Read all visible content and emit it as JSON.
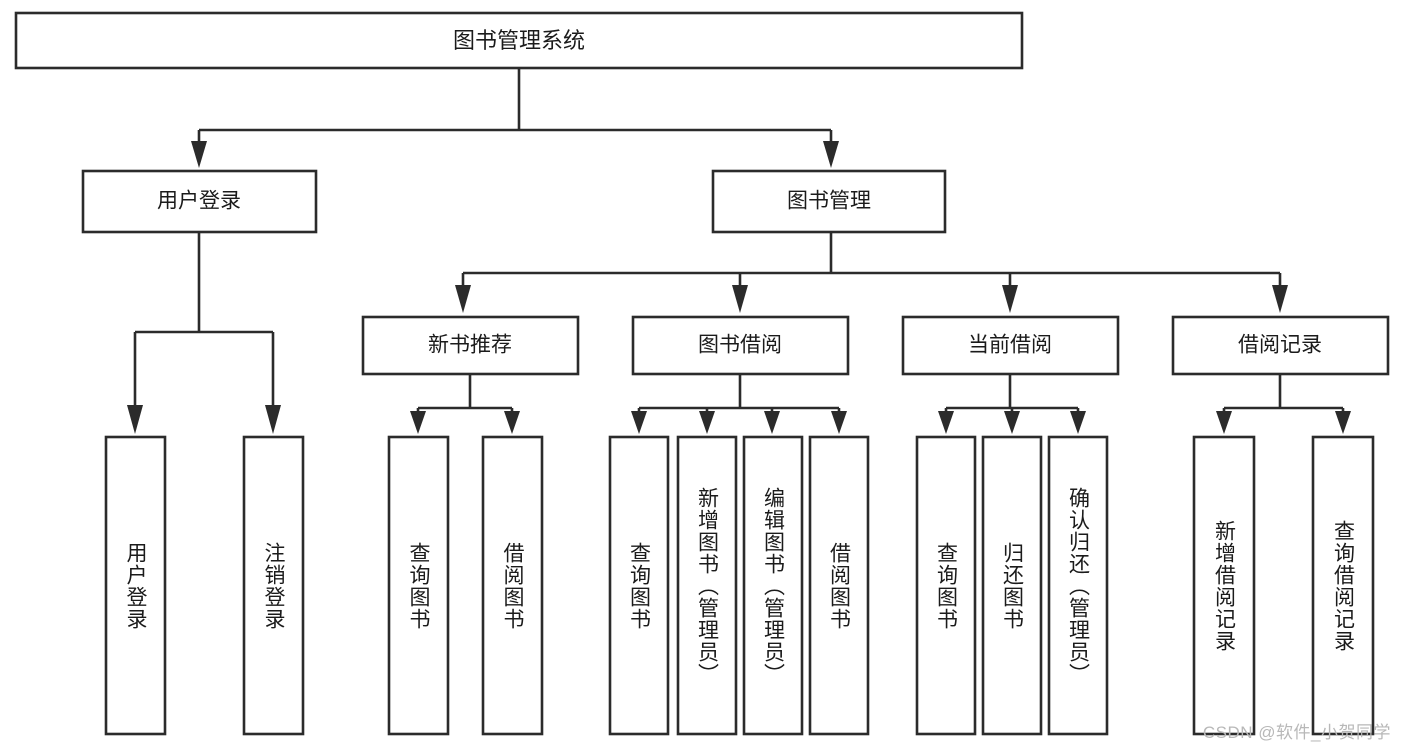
{
  "chart_data": {
    "type": "diagram",
    "title": "图书管理系统",
    "diagram_kind": "hierarchy-tree",
    "levels": 4,
    "watermark": "CSDN @软件_小贺同学"
  },
  "root": {
    "label": "图书管理系统"
  },
  "level2": [
    {
      "label": "用户登录"
    },
    {
      "label": "图书管理"
    }
  ],
  "level3": [
    {
      "label": "新书推荐"
    },
    {
      "label": "图书借阅"
    },
    {
      "label": "当前借阅"
    },
    {
      "label": "借阅记录"
    }
  ],
  "leaves": {
    "user_login": [
      {
        "label": "用户登录"
      },
      {
        "label": "注销登录"
      }
    ],
    "new_book": [
      {
        "label": "查询图书"
      },
      {
        "label": "借阅图书"
      }
    ],
    "book_borrow": [
      {
        "label": "查询图书"
      },
      {
        "label": "新增图书（管理员）"
      },
      {
        "label": "编辑图书（管理员）"
      },
      {
        "label": "借阅图书"
      }
    ],
    "current_borrow": [
      {
        "label": "查询图书"
      },
      {
        "label": "归还图书"
      },
      {
        "label": "确认归还（管理员）"
      }
    ],
    "borrow_record": [
      {
        "label": "新增借阅记录"
      },
      {
        "label": "查询借阅记录"
      }
    ]
  },
  "watermark": {
    "text": "CSDN @软件_小贺同学"
  },
  "colors": {
    "stroke": "#2b2b2b",
    "fill": "#ffffff",
    "text": "#1b1b1b",
    "watermark": "#b8b8b8"
  }
}
